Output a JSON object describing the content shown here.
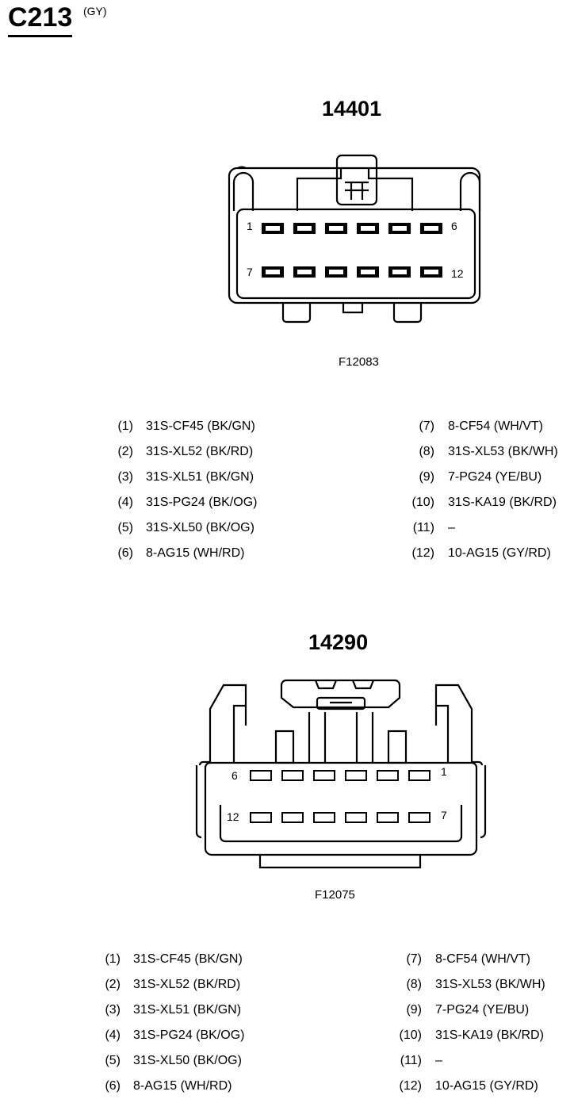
{
  "connector": {
    "id": "C213",
    "color": "(GY)"
  },
  "views": [
    {
      "part_number": "14401",
      "figure_id": "F12083",
      "pin_labels": {
        "top_left": "1",
        "top_right": "6",
        "bottom_left": "7",
        "bottom_right": "12"
      },
      "pins": [
        {
          "num": "(1)",
          "wire": "31S-CF45 (BK/GN)"
        },
        {
          "num": "(2)",
          "wire": "31S-XL52 (BK/RD)"
        },
        {
          "num": "(3)",
          "wire": "31S-XL51 (BK/GN)"
        },
        {
          "num": "(4)",
          "wire": "31S-PG24 (BK/OG)"
        },
        {
          "num": "(5)",
          "wire": "31S-XL50 (BK/OG)"
        },
        {
          "num": "(6)",
          "wire": "8-AG15 (WH/RD)"
        },
        {
          "num": "(7)",
          "wire": "8-CF54  (WH/VT)"
        },
        {
          "num": "(8)",
          "wire": "31S-XL53 (BK/WH)"
        },
        {
          "num": "(9)",
          "wire": "7-PG24 (YE/BU)"
        },
        {
          "num": "(10)",
          "wire": "31S-KA19 (BK/RD)"
        },
        {
          "num": "(11)",
          "wire": "–"
        },
        {
          "num": "(12)",
          "wire": "10-AG15 (GY/RD)"
        }
      ]
    },
    {
      "part_number": "14290",
      "figure_id": "F12075",
      "pin_labels": {
        "top_left": "6",
        "top_right": "1",
        "bottom_left": "12",
        "bottom_right": "7"
      },
      "pins": [
        {
          "num": "(1)",
          "wire": "31S-CF45 (BK/GN)"
        },
        {
          "num": "(2)",
          "wire": "31S-XL52 (BK/RD)"
        },
        {
          "num": "(3)",
          "wire": "31S-XL51 (BK/GN)"
        },
        {
          "num": "(4)",
          "wire": "31S-PG24 (BK/OG)"
        },
        {
          "num": "(5)",
          "wire": "31S-XL50 (BK/OG)"
        },
        {
          "num": "(6)",
          "wire": "8-AG15 (WH/RD)"
        },
        {
          "num": "(7)",
          "wire": "8-CF54  (WH/VT)"
        },
        {
          "num": "(8)",
          "wire": "31S-XL53 (BK/WH)"
        },
        {
          "num": "(9)",
          "wire": "7-PG24 (YE/BU)"
        },
        {
          "num": "(10)",
          "wire": "31S-KA19 (BK/RD)"
        },
        {
          "num": "(11)",
          "wire": "–"
        },
        {
          "num": "(12)",
          "wire": "10-AG15 (GY/RD)"
        }
      ]
    }
  ]
}
